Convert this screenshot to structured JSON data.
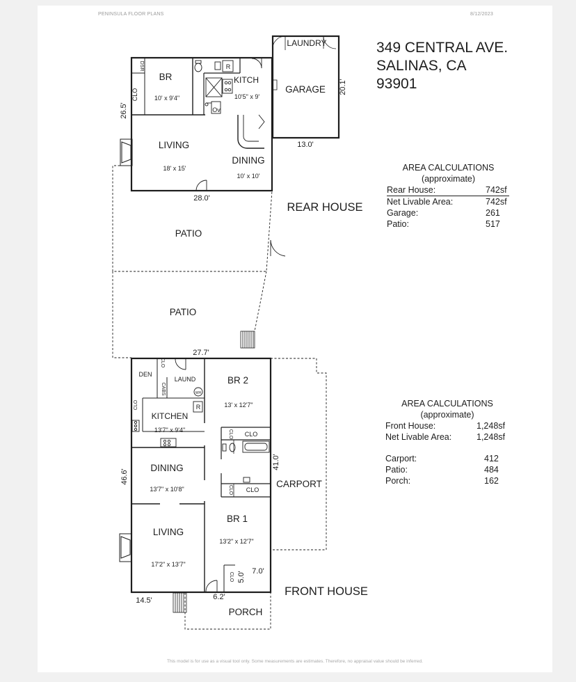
{
  "header": {
    "brand": "PENINSULA FLOOR PLANS",
    "date": "8/12/2023"
  },
  "address": {
    "line1": "349 CENTRAL AVE.",
    "line2": "SALINAS, CA",
    "line3": "93901"
  },
  "rear_area": {
    "title": "AREA CALCULATIONS",
    "subtitle": "(approximate)",
    "rows": [
      {
        "label": "Rear House:",
        "value": "742sf"
      },
      {
        "label": "Net Livable Area:",
        "value": "742sf"
      },
      {
        "label": "Garage:",
        "value": "261"
      },
      {
        "label": "Patio:",
        "value": "517"
      }
    ]
  },
  "front_area": {
    "title": "AREA CALCULATIONS",
    "subtitle": "(approximate)",
    "rows": [
      {
        "label": "Front House:",
        "value": "1,248sf"
      },
      {
        "label": "Net Livable Area:",
        "value": "1,248sf"
      },
      {
        "label": "Carport:",
        "value": "412"
      },
      {
        "label": "Patio:",
        "value": "484"
      },
      {
        "label": "Porch:",
        "value": "162"
      }
    ]
  },
  "sections": {
    "rear_house": "REAR HOUSE",
    "front_house": "FRONT HOUSE"
  },
  "rear_rooms": {
    "br": {
      "name": "BR",
      "size": "10' x 9'4\""
    },
    "kitch": {
      "name": "KITCH",
      "size": "10'5\" x 9'"
    },
    "living": {
      "name": "LIVING",
      "size": "18' x 15'"
    },
    "dining": {
      "name": "DINING",
      "size": "10' x 10'"
    },
    "garage": "GARAGE",
    "laundry": "LAUNDRY",
    "patio_upper": "PATIO",
    "patio_lower": "PATIO",
    "dsr": "DSR",
    "clo": "CLO",
    "r": "R",
    "ov": "Ov"
  },
  "front_rooms": {
    "den": "DEN",
    "laund": "LAUND",
    "br2": {
      "name": "BR 2",
      "size": "13' x 12'7\""
    },
    "kitchen": {
      "name": "KITCHEN",
      "size": "13'7\" x 9'4\""
    },
    "dining": {
      "name": "DINING",
      "size": "13'7\" x 10'8\""
    },
    "living": {
      "name": "LIVING",
      "size": "17'2\" x 13'7\""
    },
    "br1": {
      "name": "BR 1",
      "size": "13'2\" x 12'7\""
    },
    "carport": "CARPORT",
    "porch": "PORCH",
    "clo_a": "CLO",
    "clo_b": "CLO",
    "clo_c": "CLO",
    "clo_d": "CLO",
    "clo_e": "CLO",
    "clo_f": "CLO",
    "clo_g": "CLO",
    "cabs": "CABS",
    "wh": "WH",
    "r": "R"
  },
  "dimensions": {
    "rear_height": "26.5'",
    "rear_width": "28.0'",
    "garage_depth": "20.1'",
    "garage_width": "13.0'",
    "front_top": "27.7'",
    "front_height": "46.6'",
    "carport_depth": "41.0'",
    "front_bottom": "14.5'",
    "porch_width": "6.2'",
    "porch_depth": "5.0'",
    "porch_side": "7.0'"
  },
  "footer": {
    "disclaimer": "This model is for use as a visual tool only. Some measurements are estimates. Therefore, no appraisal value should be inferred."
  }
}
